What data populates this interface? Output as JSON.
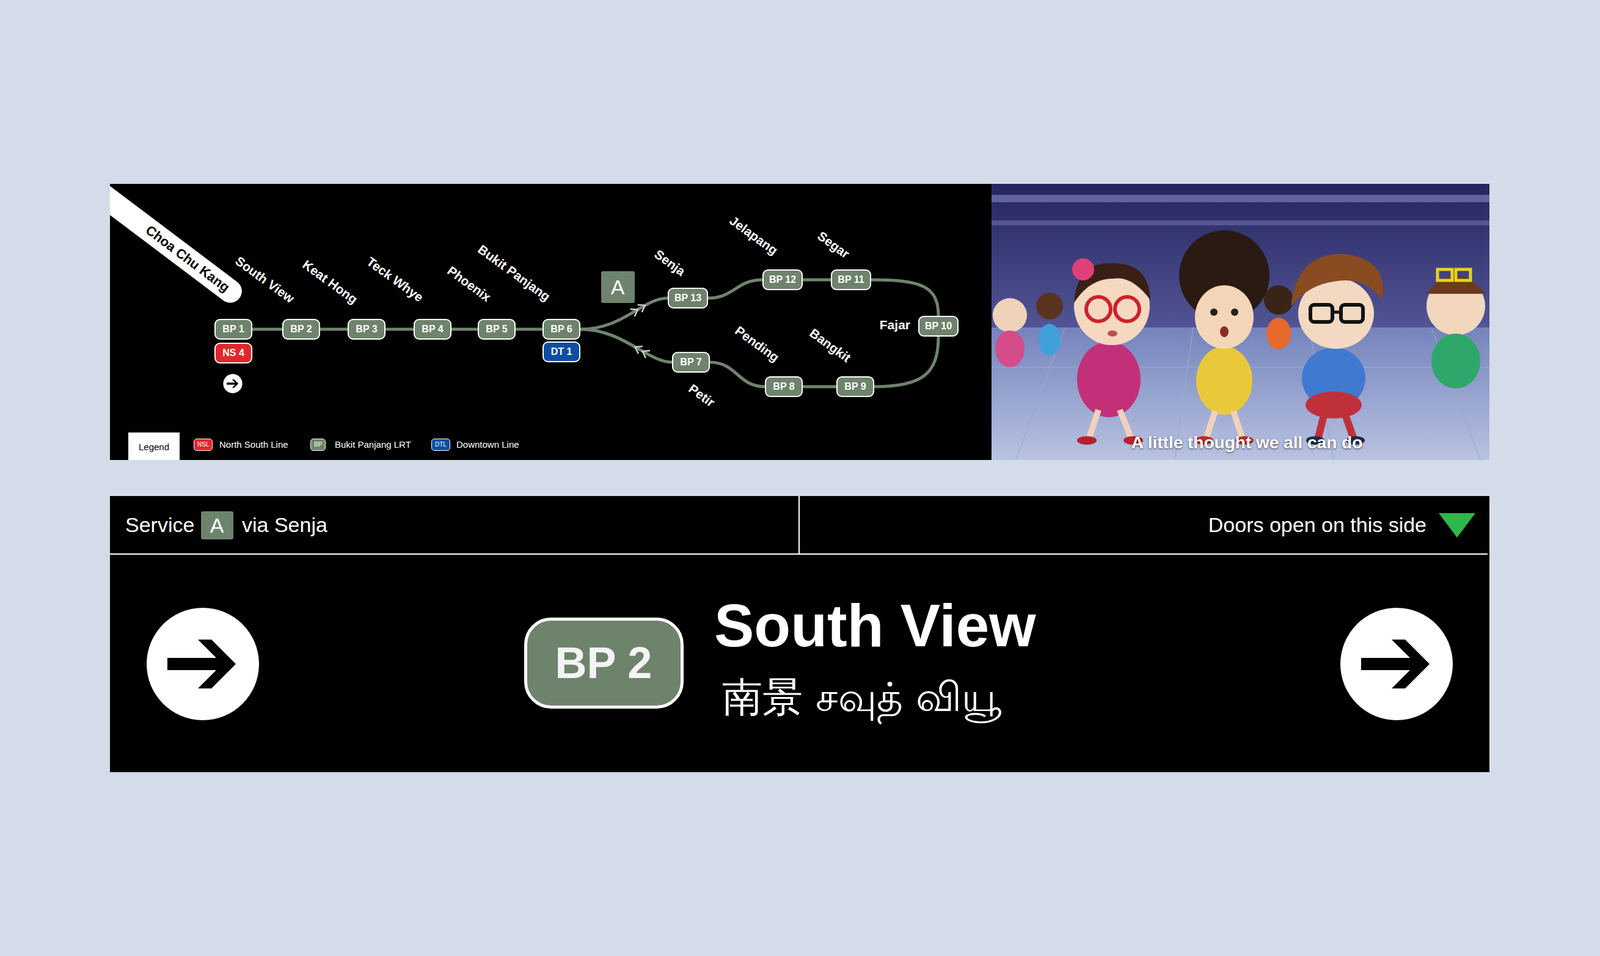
{
  "diagram": {
    "nodes": [
      {
        "text": [
          "Choa Chu Kang"
        ]
      },
      {
        "text": [
          "BP 1"
        ]
      },
      {
        "text": [
          "NS 4"
        ]
      },
      {
        "text": [
          "BP 2"
        ]
      },
      {
        "text": [
          "BP 3"
        ]
      },
      {
        "text": [
          "BP 4"
        ]
      },
      {
        "text": [
          "BP 5"
        ]
      },
      {
        "text": [
          "BP 6"
        ]
      },
      {
        "text": [
          "DT 1"
        ]
      },
      {
        "text": [
          "A"
        ]
      },
      {
        "text": [
          "BP 13"
        ]
      },
      {
        "text": [
          "BP 12"
        ]
      },
      {
        "text": [
          "BP 11"
        ]
      },
      {
        "text": [
          "BP 10"
        ]
      },
      {
        "text": [
          "BP 7"
        ]
      },
      {
        "text": [
          "BP 8"
        ]
      },
      {
        "text": [
          "BP 9"
        ]
      },
      {
        "text": [
          "Legend"
        ]
      },
      {
        "text": [
          "A"
        ]
      },
      {
        "text": [
          "BP 2"
        ]
      }
    ],
    "edges": [
      {
        "from": 1,
        "to": 3,
        "arrow": "none"
      },
      {
        "from": 3,
        "to": 4,
        "arrow": "none"
      },
      {
        "from": 4,
        "to": 5,
        "arrow": "none"
      },
      {
        "from": 5,
        "to": 6,
        "arrow": "none"
      },
      {
        "from": 6,
        "to": 7,
        "arrow": "none"
      },
      {
        "from": 7,
        "to": 10,
        "arrow": "none"
      },
      {
        "from": 10,
        "to": 11,
        "arrow": "none"
      },
      {
        "from": 11,
        "to": 12,
        "arrow": "none"
      },
      {
        "from": 12,
        "to": 13,
        "arrow": "none"
      },
      {
        "from": 13,
        "to": 16,
        "arrow": "none"
      },
      {
        "from": 16,
        "to": 15,
        "arrow": "none"
      },
      {
        "from": 15,
        "to": 14,
        "arrow": "none"
      },
      {
        "from": 14,
        "to": 7,
        "arrow": "none"
      }
    ],
    "labels": [
      "South View",
      "Keat Hong",
      "Teck Whye",
      "Phoenix",
      "Bukit Panjang",
      "Senja",
      "Jelapang",
      "Segar",
      "Pending",
      "Bangkit",
      "Petir",
      "Fajar",
      "NSL",
      "BP",
      "DTL",
      "Service",
      "via Senja",
      "Doors open on this side",
      "South View",
      "南景 சவுத் வியூ",
      "A little thought we all can do"
    ],
    "legend": [
      {
        "text": "North South Line",
        "color": "#e3262c"
      },
      {
        "text": "Bukit Panjang LRT",
        "color": "#6e836c"
      },
      {
        "text": "Downtown Line",
        "color": "#0d4ea3"
      }
    ]
  }
}
